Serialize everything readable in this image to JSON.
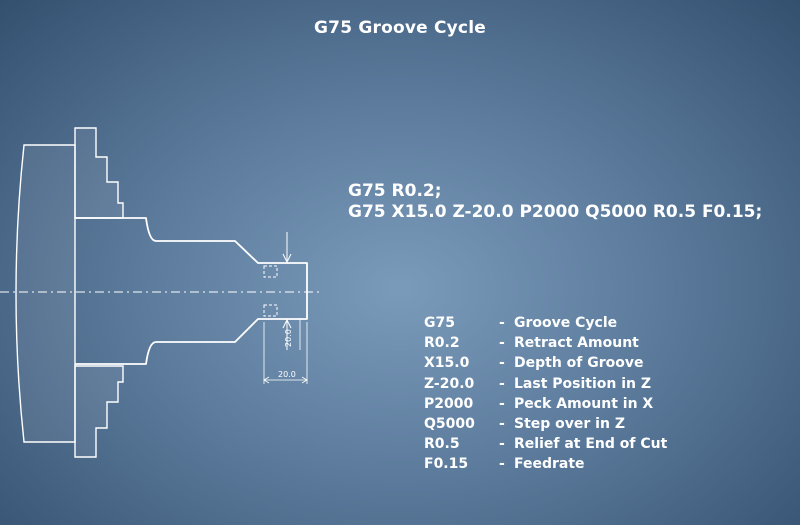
{
  "title": "G75 Groove Cycle",
  "code_lines": [
    "G75 R0.2;",
    "G75 X15.0 Z-20.0 P2000 Q5000 R0.5 F0.15;"
  ],
  "legend": [
    {
      "code": "G75",
      "desc": "Groove Cycle"
    },
    {
      "code": "R0.2",
      "desc": "Retract Amount"
    },
    {
      "code": "X15.0",
      "desc": "Depth of Groove"
    },
    {
      "code": "Z-20.0",
      "desc": "Last Position in Z"
    },
    {
      "code": "P2000",
      "desc": "Peck Amount in X"
    },
    {
      "code": "Q5000",
      "desc": "Step over in Z"
    },
    {
      "code": "R0.5",
      "desc": "Relief at End of Cut"
    },
    {
      "code": "F0.15",
      "desc": "Feedrate"
    }
  ],
  "legend_separator": "-",
  "dimensions": {
    "groove_depth": "20.0",
    "groove_length": "20.0"
  },
  "colors": {
    "background_center": "#7b9bbb",
    "background_edge": "#34506f",
    "line": "#ffffff"
  }
}
